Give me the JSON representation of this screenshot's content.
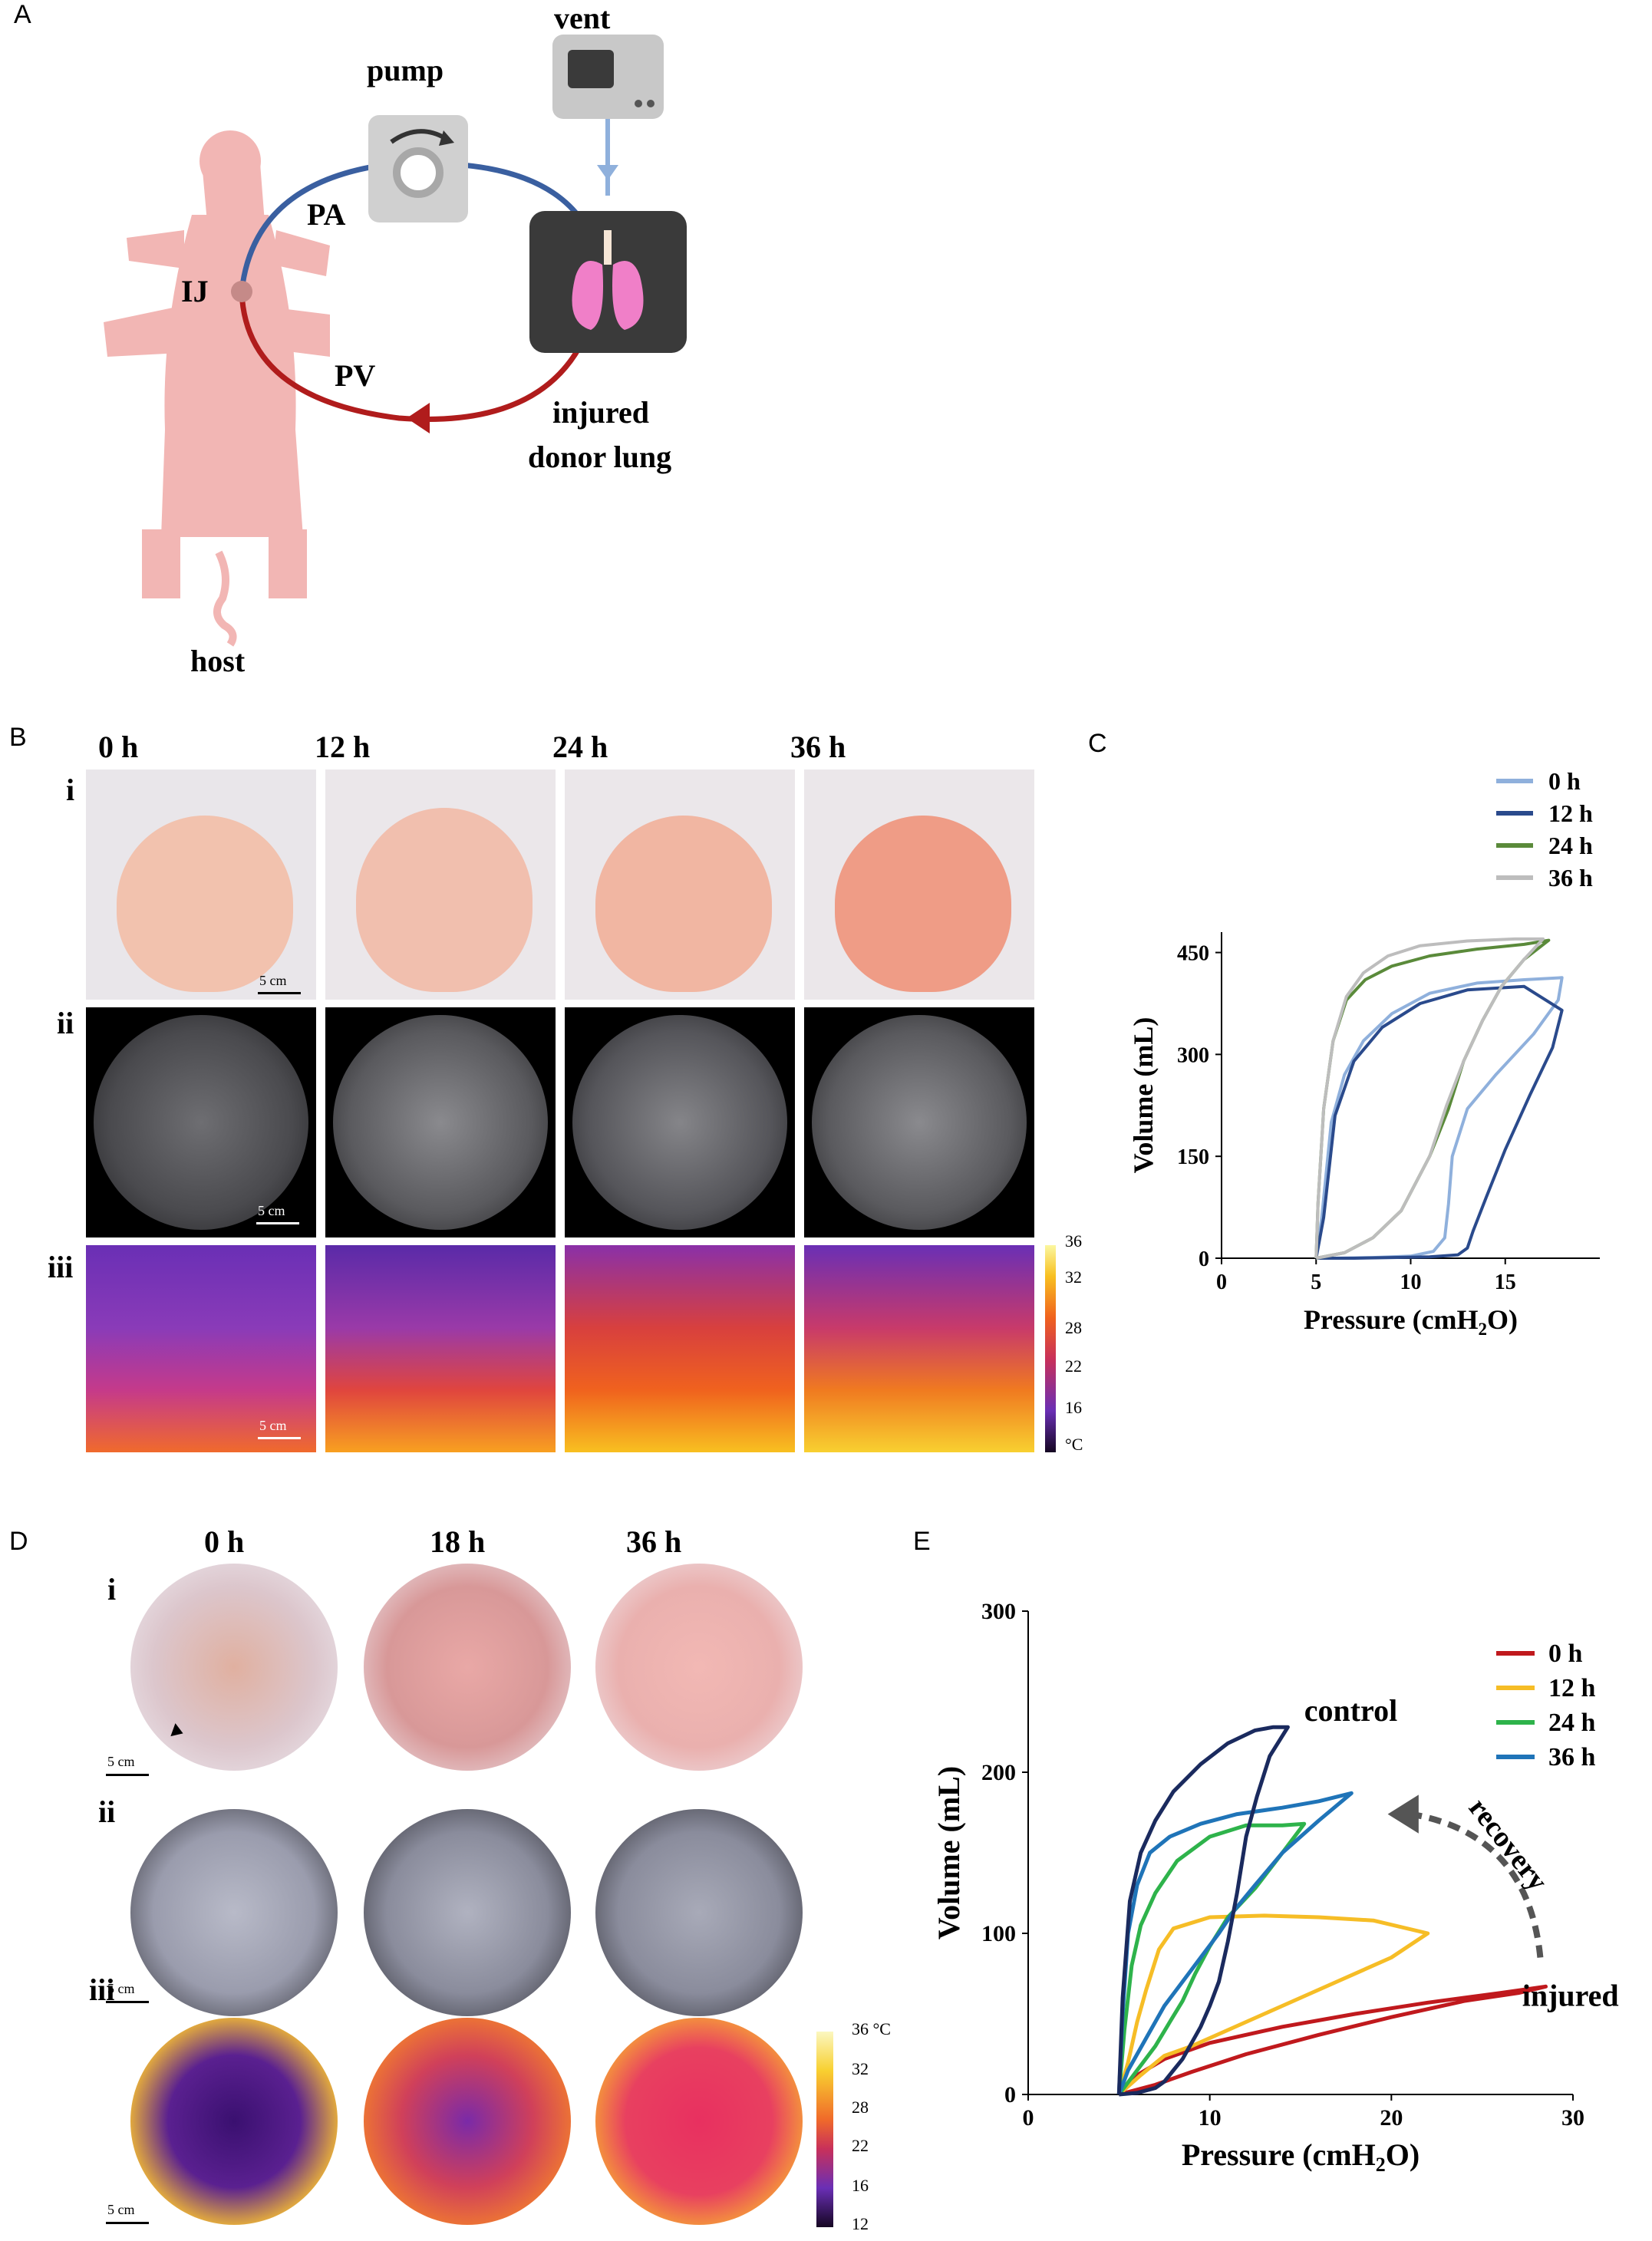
{
  "panels": {
    "A": "A",
    "B": "B",
    "C": "C",
    "D": "D",
    "E": "E"
  },
  "schematic": {
    "vent": "vent",
    "pump": "pump",
    "pa": "PA",
    "ij": "IJ",
    "pv": "PV",
    "injured_donor_lung_line1": "injured",
    "injured_donor_lung_line2": "donor lung",
    "host": "host",
    "colors": {
      "host": "#f2b6b4",
      "pa_line": "#3a5fa0",
      "pv_line": "#b01c1c",
      "vent_line": "#8fb0dc",
      "lung": "#f07fc8",
      "device": "#d0d0d0",
      "lung_box": "#3a3a3a"
    }
  },
  "panelB": {
    "times": [
      "0 h",
      "12 h",
      "24 h",
      "36 h"
    ],
    "rows": [
      "i",
      "ii",
      "iii"
    ],
    "scale": "5 cm",
    "colorbar_ticks": [
      "36",
      "32",
      "28",
      "22",
      "16",
      "°C"
    ]
  },
  "panelD": {
    "times": [
      "0 h",
      "18 h",
      "36 h"
    ],
    "rows": [
      "i",
      "ii",
      "iii"
    ],
    "scale": "5 cm",
    "colorbar_ticks": [
      "36 °C",
      "32",
      "28",
      "22",
      "16",
      "12"
    ]
  },
  "chart_data": [
    {
      "panel": "C",
      "type": "line",
      "xlabel": "Pressure (cmH2O)",
      "ylabel": "Volume (mL)",
      "xlim": [
        0,
        20
      ],
      "ylim": [
        0,
        480
      ],
      "xticks": [
        0,
        5,
        10,
        15
      ],
      "yticks": [
        0,
        150,
        300,
        450
      ],
      "legend_position": "top-right",
      "series": [
        {
          "name": "0 h",
          "color": "#8fb0dc",
          "x": [
            5,
            5.3,
            5.8,
            6.5,
            7.5,
            9,
            11,
            13.5,
            16,
            18,
            17.8,
            16.5,
            14.5,
            13,
            12.2,
            12,
            11.8,
            11.2,
            10,
            8,
            6,
            5
          ],
          "y": [
            0,
            60,
            200,
            270,
            320,
            360,
            390,
            405,
            410,
            413,
            380,
            330,
            270,
            220,
            150,
            80,
            30,
            10,
            3,
            1,
            0,
            0
          ]
        },
        {
          "name": "12 h",
          "color": "#2a4a8c",
          "x": [
            5,
            5.4,
            6,
            7,
            8.5,
            10.5,
            13,
            16,
            18,
            17.5,
            16.3,
            15,
            14,
            13.3,
            13,
            12.5,
            11,
            9,
            7,
            5
          ],
          "y": [
            0,
            60,
            210,
            290,
            340,
            375,
            395,
            400,
            365,
            310,
            240,
            160,
            90,
            40,
            15,
            5,
            2,
            1,
            0,
            0
          ]
        },
        {
          "name": "24 h",
          "color": "#5a8a3a",
          "x": [
            5,
            5.1,
            5.4,
            5.9,
            6.6,
            7.6,
            9,
            11,
            13.5,
            16,
            17.3,
            16,
            14.8,
            13.8,
            12.8,
            12,
            11,
            9.5,
            8,
            6.5,
            5
          ],
          "y": [
            0,
            80,
            220,
            320,
            380,
            410,
            430,
            445,
            455,
            462,
            468,
            440,
            400,
            350,
            290,
            220,
            150,
            70,
            30,
            8,
            0
          ]
        },
        {
          "name": "36 h",
          "color": "#bdbdbd",
          "x": [
            5,
            5.1,
            5.4,
            5.9,
            6.6,
            7.5,
            8.8,
            10.5,
            13,
            15.5,
            17,
            16,
            14.8,
            13.8,
            12.8,
            11.9,
            11,
            9.5,
            8,
            6.5,
            5
          ],
          "y": [
            0,
            80,
            220,
            320,
            385,
            420,
            445,
            460,
            467,
            470,
            470,
            440,
            400,
            350,
            290,
            225,
            150,
            70,
            30,
            8,
            0
          ]
        }
      ]
    },
    {
      "panel": "E",
      "type": "line",
      "xlabel": "Pressure (cmH2O)",
      "ylabel": "Volume (mL)",
      "xlim": [
        0,
        30
      ],
      "ylim": [
        0,
        300
      ],
      "xticks": [
        0,
        10,
        20,
        30
      ],
      "yticks": [
        0,
        100,
        200,
        300
      ],
      "legend_position": "right",
      "annotations": [
        "control",
        "recovery",
        "injured"
      ],
      "series": [
        {
          "name": "0 h",
          "color": "#c0191d",
          "x": [
            5,
            6,
            7.5,
            10,
            14,
            18,
            22,
            26,
            28.5,
            27,
            24,
            20,
            16,
            12,
            9,
            7,
            5
          ],
          "y": [
            0,
            12,
            22,
            32,
            42,
            50,
            57,
            63,
            67,
            63,
            58,
            48,
            37,
            25,
            14,
            6,
            0
          ]
        },
        {
          "name": "12 h",
          "color": "#f6bd26",
          "x": [
            5,
            5.5,
            6,
            6.5,
            7.2,
            8,
            10,
            13,
            16,
            19,
            22,
            20,
            17,
            14,
            11,
            9,
            7.5,
            6.2,
            5
          ],
          "y": [
            0,
            20,
            45,
            65,
            90,
            103,
            110,
            111,
            110,
            108,
            100,
            85,
            70,
            55,
            40,
            30,
            24,
            12,
            0
          ]
        },
        {
          "name": "24 h",
          "color": "#2eb34b",
          "x": [
            5,
            5.3,
            5.7,
            6.2,
            7,
            8.2,
            10,
            12,
            14,
            15.2,
            14,
            12.5,
            11,
            10,
            9.2,
            8.5,
            7.8,
            7,
            6,
            5
          ],
          "y": [
            0,
            40,
            80,
            105,
            125,
            145,
            160,
            167,
            167,
            168,
            150,
            128,
            110,
            92,
            75,
            58,
            45,
            30,
            15,
            0
          ]
        },
        {
          "name": "36 h",
          "color": "#1f74b8",
          "x": [
            5,
            5.2,
            5.5,
            6,
            6.7,
            7.8,
            9.5,
            11.5,
            14,
            16,
            17.8,
            16,
            14,
            12.5,
            11.4,
            10.5,
            9.5,
            8.5,
            7.5,
            6.5,
            5.5,
            5
          ],
          "y": [
            0,
            50,
            100,
            130,
            150,
            160,
            168,
            174,
            178,
            182,
            187,
            170,
            150,
            130,
            115,
            100,
            85,
            70,
            55,
            35,
            15,
            0
          ]
        },
        {
          "name": "control",
          "color": "#1a2a5e",
          "x": [
            5,
            5.2,
            5.6,
            6.2,
            7,
            8,
            9.5,
            11,
            12.5,
            13.5,
            14.3,
            13.3,
            12.6,
            12,
            11.5,
            11,
            10.5,
            10,
            9.5,
            9,
            8.5,
            8,
            7.5,
            7,
            6,
            5
          ],
          "y": [
            0,
            60,
            120,
            150,
            170,
            188,
            205,
            218,
            226,
            228,
            228,
            210,
            185,
            160,
            125,
            95,
            70,
            55,
            42,
            32,
            22,
            15,
            8,
            4,
            1,
            0
          ]
        }
      ]
    }
  ]
}
